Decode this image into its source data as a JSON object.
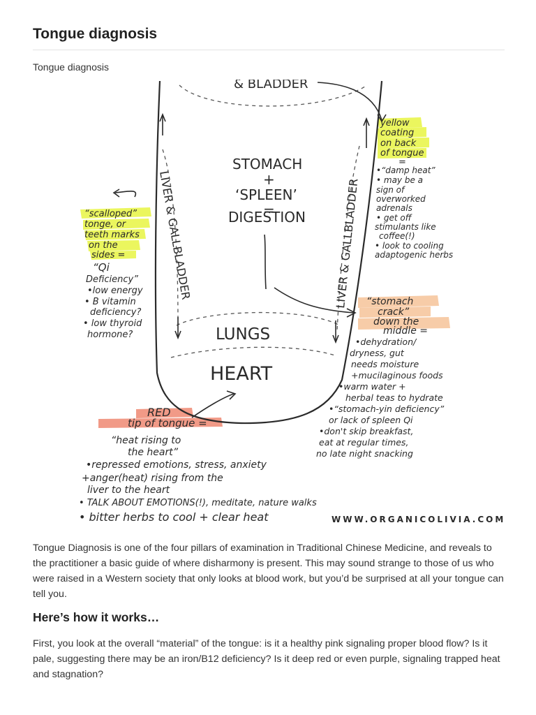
{
  "page": {
    "title": "Tongue diagnosis",
    "caption": "Tongue diagnosis",
    "heading": "Here’s how it works…",
    "paragraphs": [
      "Tongue Diagnosis is one of the four pillars of examination in Traditional Chinese Medicine, and reveals to the practitioner a basic guide of where disharmony is present. This may sound strange to those of us who were raised in a Western society that only looks at blood work, but you’d be surprised at all your tongue can tell you.",
      "First, you look at the overall “material” of the tongue: is it a healthy pink signaling proper blood flow? Is it pale, suggesting there may be an iron/B12 deficiency? Is it deep red or even purple, signaling trapped heat and stagnation?"
    ]
  },
  "figure": {
    "zones": {
      "top": "& BLADDER",
      "center": [
        "STOMACH",
        "+",
        "‘SPLEEN’",
        "=",
        "DIGESTION"
      ],
      "lungs": "LUNGS",
      "heart": "HEART",
      "left_side": "LIVER & GALLBLADDER",
      "right_side": "LIVER & GALLBLADDER"
    },
    "notes": {
      "scalloped": {
        "heading": [
          "“scalloped”",
          "tonge, or",
          "teeth marks",
          "on the",
          "sides ="
        ],
        "meaning": [
          "“Qi",
          "Deficiency”"
        ],
        "bullets": [
          "•low energy",
          "• B vitamin",
          "deficiency?",
          "• low thyroid",
          "hormone?"
        ]
      },
      "yellow": {
        "heading": [
          "yellow",
          "coating",
          "on back",
          "of tongue"
        ],
        "eq": "=",
        "bullets": [
          "•“damp heat”",
          "• may be a",
          "sign of",
          "overworked",
          "adrenals",
          "• get off",
          "stimulants like",
          "coffee(!)",
          "• look to cooling",
          "adaptogenic herbs"
        ]
      },
      "crack": {
        "heading": [
          "“stomach",
          "crack”",
          "down the",
          "middle ="
        ],
        "bullets": [
          "•dehydration/",
          "dryness, gut",
          "needs moisture",
          "+mucilaginous foods",
          "•warm water +",
          "herbal teas to hydrate",
          "•“stomach-yin deficiency”",
          "or lack of spleen Qi",
          "•don't skip breakfast,",
          "eat at regular times,",
          "no late night snacking"
        ]
      },
      "red_tip": {
        "heading": [
          "RED",
          "tip of tongue ="
        ],
        "meaning": [
          "“heat rising to",
          "the heart”"
        ],
        "bullets": [
          "•repressed emotions, stress, anxiety",
          "+anger(heat) rising from the",
          "liver to the heart",
          "• TALK ABOUT EMOTIONS(!), meditate, nature walks",
          "• bitter herbs to cool + clear heat"
        ]
      }
    },
    "watermark": "WWW.ORGANICOLIVIA.COM",
    "colors": {
      "yellow_highlight": "#e8f542",
      "orange_highlight": "#f7c9a3",
      "red_highlight": "#f08f7a",
      "ink": "#2a2a2a"
    }
  }
}
